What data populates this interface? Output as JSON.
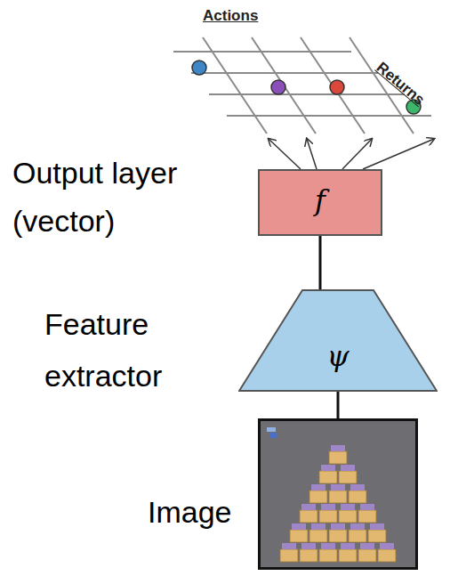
{
  "diagram": {
    "nodes": [
      {
        "text": [
          "f",
          "Output layer (vector)"
        ]
      },
      {
        "text": [
          "ψ",
          "Feature extractor"
        ]
      },
      {
        "text": [
          "Image"
        ]
      }
    ],
    "edges": [
      {
        "from": 0,
        "to": 1,
        "arrow": "none"
      },
      {
        "from": 1,
        "to": 2,
        "arrow": "none"
      }
    ],
    "labels": [
      "Actions",
      "Returns"
    ]
  }
}
